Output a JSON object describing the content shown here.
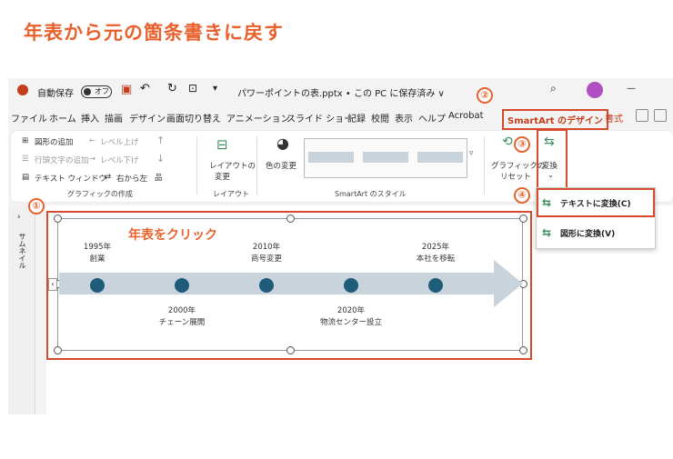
{
  "heading": "年表から元の箇条書きに戻す",
  "titlebar": {
    "autosave": "自動保存",
    "toggle": "オフ",
    "filename": "パワーポイントの表.pptx • この PC に保存済み ∨"
  },
  "menu": {
    "items": [
      "ファイル",
      "ホーム",
      "挿入",
      "描画",
      "デザイン",
      "画面切り替え",
      "アニメーション",
      "スライド ショー",
      "記録",
      "校閲",
      "表示",
      "ヘルプ",
      "Acrobat"
    ],
    "smartart_design": "SmartArt のデザイン",
    "format": "書式"
  },
  "ribbon": {
    "add_shape": "図形の追加",
    "level_up": "レベル上げ",
    "bullet_add": "行頭文字の追加",
    "level_down": "レベル下げ",
    "text_window": "テキスト ウィンドウ",
    "rtl": "右から左",
    "group_create": "グラフィックの作成",
    "layout_change": "レイアウトの",
    "layout_change2": "変更",
    "group_layout": "レイアウト",
    "color_change": "色の変更",
    "group_style": "SmartArt のスタイル",
    "reset1": "グラフィックの",
    "reset2": "リセット",
    "convert": "変換"
  },
  "sidepane_label": "サムネイル",
  "click_note": "年表をクリック",
  "timeline": {
    "top": [
      {
        "year": "1995年",
        "text": "創業"
      },
      {
        "year": "2010年",
        "text": "商号変更"
      },
      {
        "year": "2025年",
        "text": "本社を移転"
      }
    ],
    "bottom": [
      {
        "year": "2000年",
        "text": "チェーン展開"
      },
      {
        "year": "2020年",
        "text": "物流センター設立"
      }
    ]
  },
  "dropdown": {
    "to_text": "テキストに変換(C)",
    "to_shape": "図形に変換(V)"
  },
  "steps": [
    "①",
    "②",
    "③",
    "④"
  ],
  "colors": {
    "accent": "#e8612c",
    "box": "#d64b2b",
    "dot": "#1f5c7a"
  }
}
